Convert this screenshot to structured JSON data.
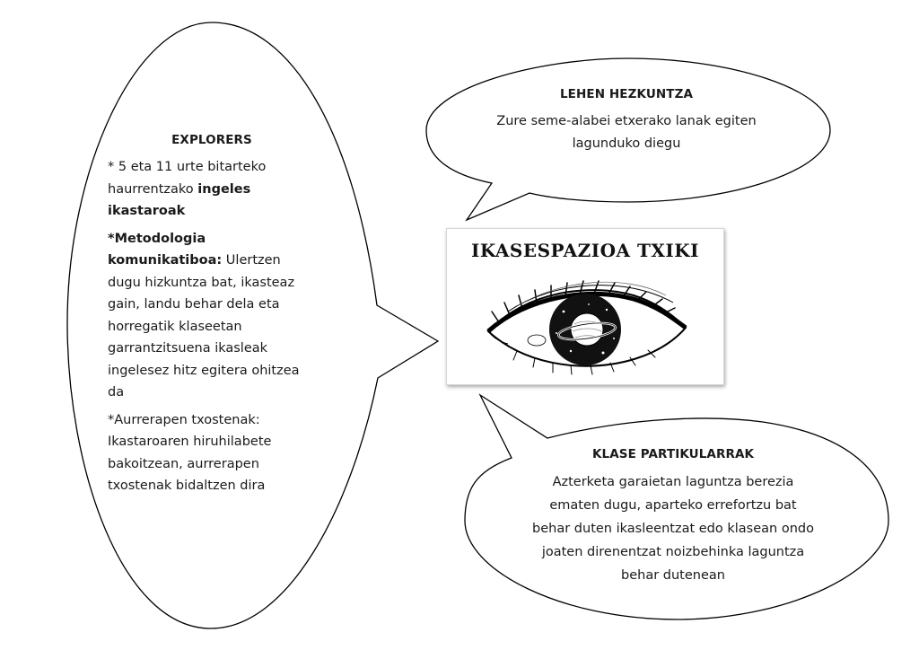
{
  "explorers": {
    "title": "EXPLORERS",
    "p1_pre": "* 5 eta 11 urte bitarteko haurrentzako ",
    "p1_bold": "ingeles ikastaroak",
    "p2_bold": "*Metodologia komunikatiboa:",
    "p2_rest": " Ulertzen dugu hizkuntza bat, ikasteaz gain, landu behar dela eta horregatik klaseetan garrantzitsuena ikasleak ingelesez hitz egitera ohitzea da",
    "p3": "*Aurrerapen txostenak: Ikastaroaren hiruhilabete bakoitzean, aurrerapen txostenak bidaltzen dira"
  },
  "lehen": {
    "title": "LEHEN HEZKUNTZA",
    "text": "Zure seme-alabei etxerako lanak egiten lagunduko diegu"
  },
  "klase": {
    "title": "KLASE PARTIKULARRAK",
    "text": "Azterketa garaietan laguntza berezia ematen dugu, aparteko errefortzu bat behar duten ikasleentzat edo klasean ondo joaten direnentzat noizbehinka laguntza behar dutenean"
  },
  "logo": {
    "title": "IKASESPAZIOA TXIKI",
    "image_icon": "eye-planet-illustration"
  },
  "colors": {
    "stroke": "#000000",
    "fill": "#ffffff",
    "text": "#1a1a1a"
  }
}
